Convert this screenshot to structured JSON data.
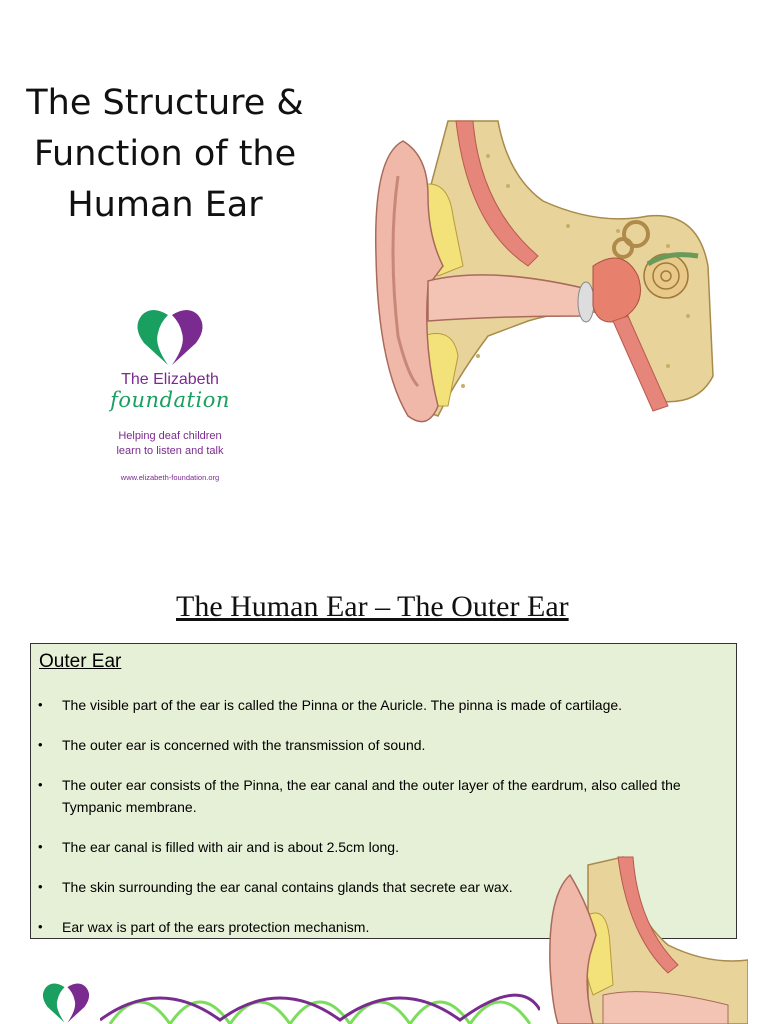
{
  "slide1": {
    "title_lines": [
      "The Structure &",
      "Function of the",
      "Human Ear"
    ],
    "logo": {
      "name": "The Elizabeth",
      "script": "foundation",
      "tagline_lines": [
        "Helping deaf children",
        "learn to listen and talk"
      ],
      "url": "www.elizabeth-foundation.org"
    }
  },
  "slide2": {
    "title": "The Human Ear – The Outer Ear",
    "box": {
      "heading": "Outer Ear",
      "bullets": [
        "The visible part of the ear is called the Pinna or the Auricle. The pinna is made of cartilage.",
        "The outer ear is concerned with the transmission of sound.",
        "The outer ear consists of the Pinna, the ear canal and the outer layer of the eardrum, also called the Tympanic membrane.",
        "The ear canal is filled with air and is about 2.5cm long.",
        "The skin surrounding the ear canal contains glands that secrete ear wax.",
        "Ear wax is part of the ears protection mechanism."
      ]
    }
  },
  "colors": {
    "brand_purple": "#7a2b8f",
    "brand_green": "#19a060",
    "box_background": "#e6f0d6"
  }
}
